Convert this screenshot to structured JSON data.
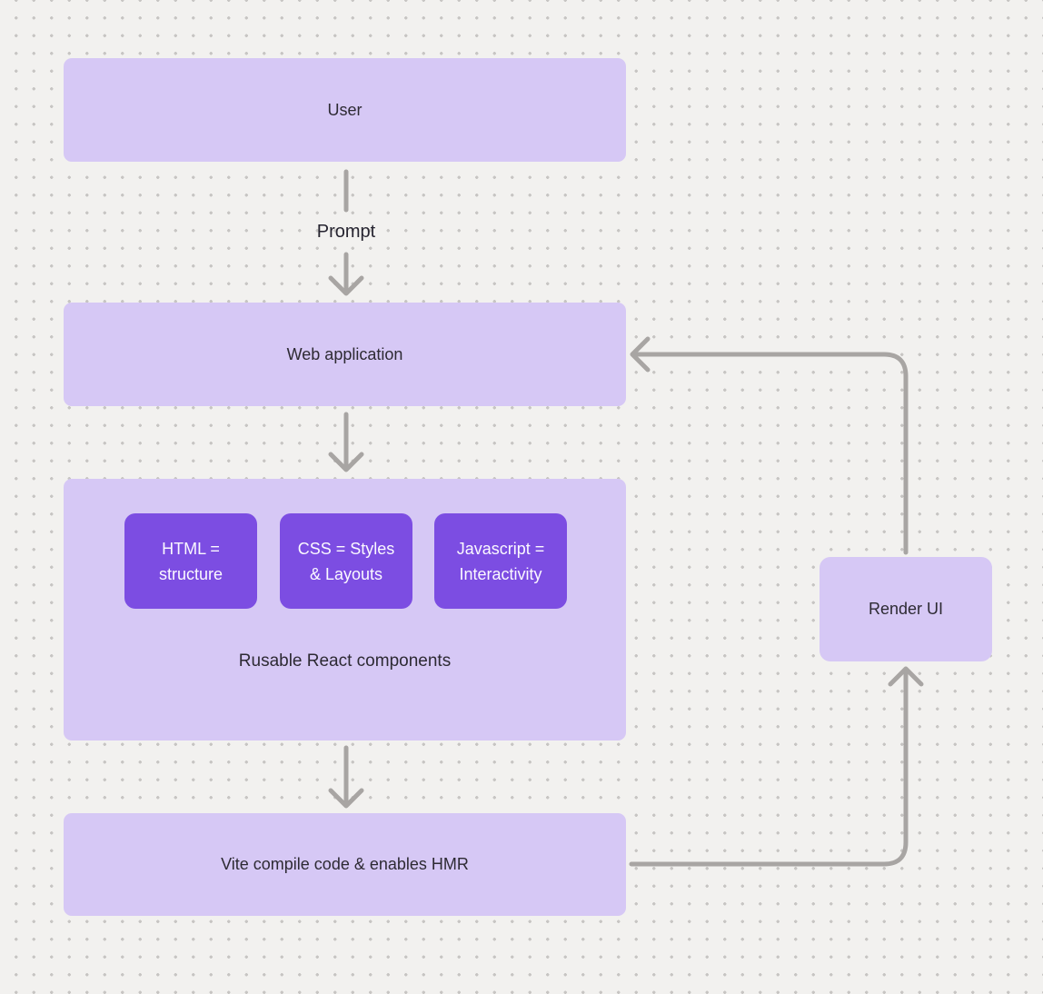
{
  "canvas": {
    "background": "#f2f1ef",
    "dot_color": "#c7c5c3"
  },
  "colors": {
    "node_fill": "#d6c8f5",
    "component_fill": "#7c4de2",
    "connector": "#a8a5a3",
    "text_dark": "#2d2a33",
    "text_light": "#fbf9ff"
  },
  "nodes": {
    "user": {
      "label": "User"
    },
    "web_application": {
      "label": "Web application"
    },
    "components": {
      "label": "Rusable React components",
      "children": [
        {
          "label": "HTML =\nstructure"
        },
        {
          "label": "CSS = Styles\n& Layouts"
        },
        {
          "label": "Javascript =\nInteractivity"
        }
      ]
    },
    "vite": {
      "label": "Vite compile code & enables HMR"
    },
    "render_ui": {
      "label": "Render UI"
    }
  },
  "edges": {
    "user_to_web": {
      "label": "Prompt"
    }
  }
}
